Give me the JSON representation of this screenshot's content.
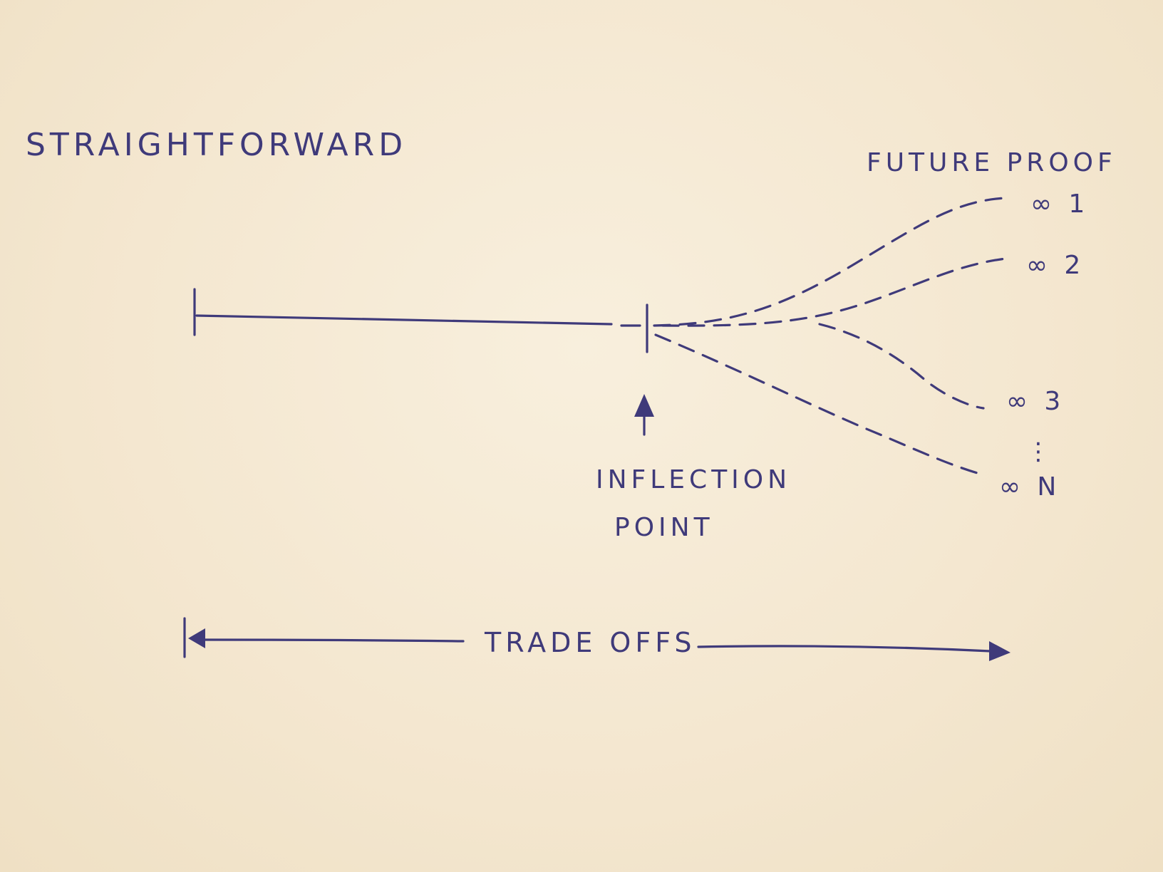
{
  "labels": {
    "left_end": "STRAIGHTFORWARD",
    "right_end": "FUTURE PROOF",
    "inflection_line1": "INFLECTION",
    "inflection_line2": "POINT",
    "tradeoffs": "TRADE OFFS"
  },
  "branches": [
    {
      "label": "∞ 1"
    },
    {
      "label": "∞ 2"
    },
    {
      "label": "∞ 3"
    },
    {
      "label": "⋮"
    },
    {
      "label": "∞ N"
    }
  ],
  "colors": {
    "ink": "#3f3a7a",
    "paper": "#f4e7d0"
  }
}
